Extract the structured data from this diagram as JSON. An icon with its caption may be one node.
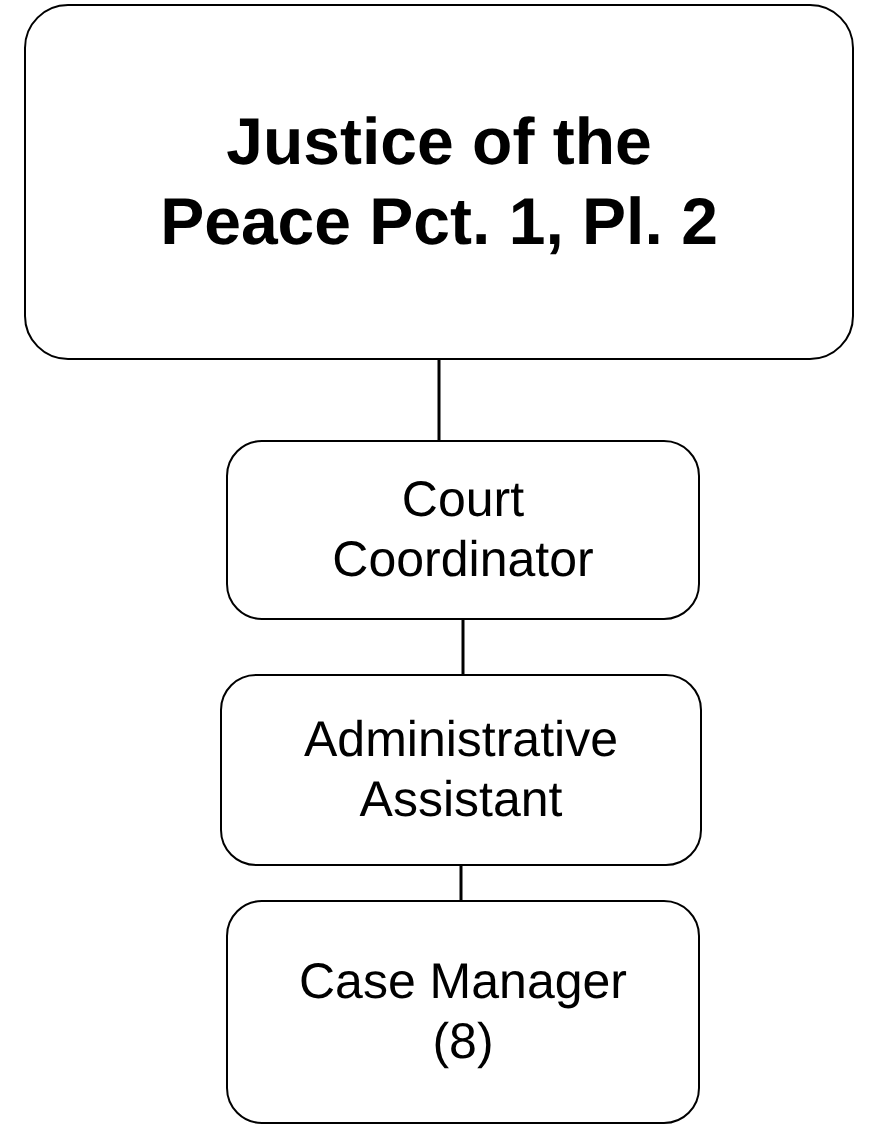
{
  "diagram": {
    "nodes": [
      {
        "text": [
          "Justice of the Peace Pct. 1, Pl. 2"
        ]
      },
      {
        "text": [
          "Court Coordinator"
        ]
      },
      {
        "text": [
          "Administrative Assistant"
        ]
      },
      {
        "text": [
          "Case Manager (8)"
        ]
      }
    ],
    "edges": [
      {
        "from": 0,
        "to": 1,
        "arrow": "none"
      },
      {
        "from": 1,
        "to": 2,
        "arrow": "none"
      },
      {
        "from": 2,
        "to": 3,
        "arrow": "none"
      }
    ]
  }
}
